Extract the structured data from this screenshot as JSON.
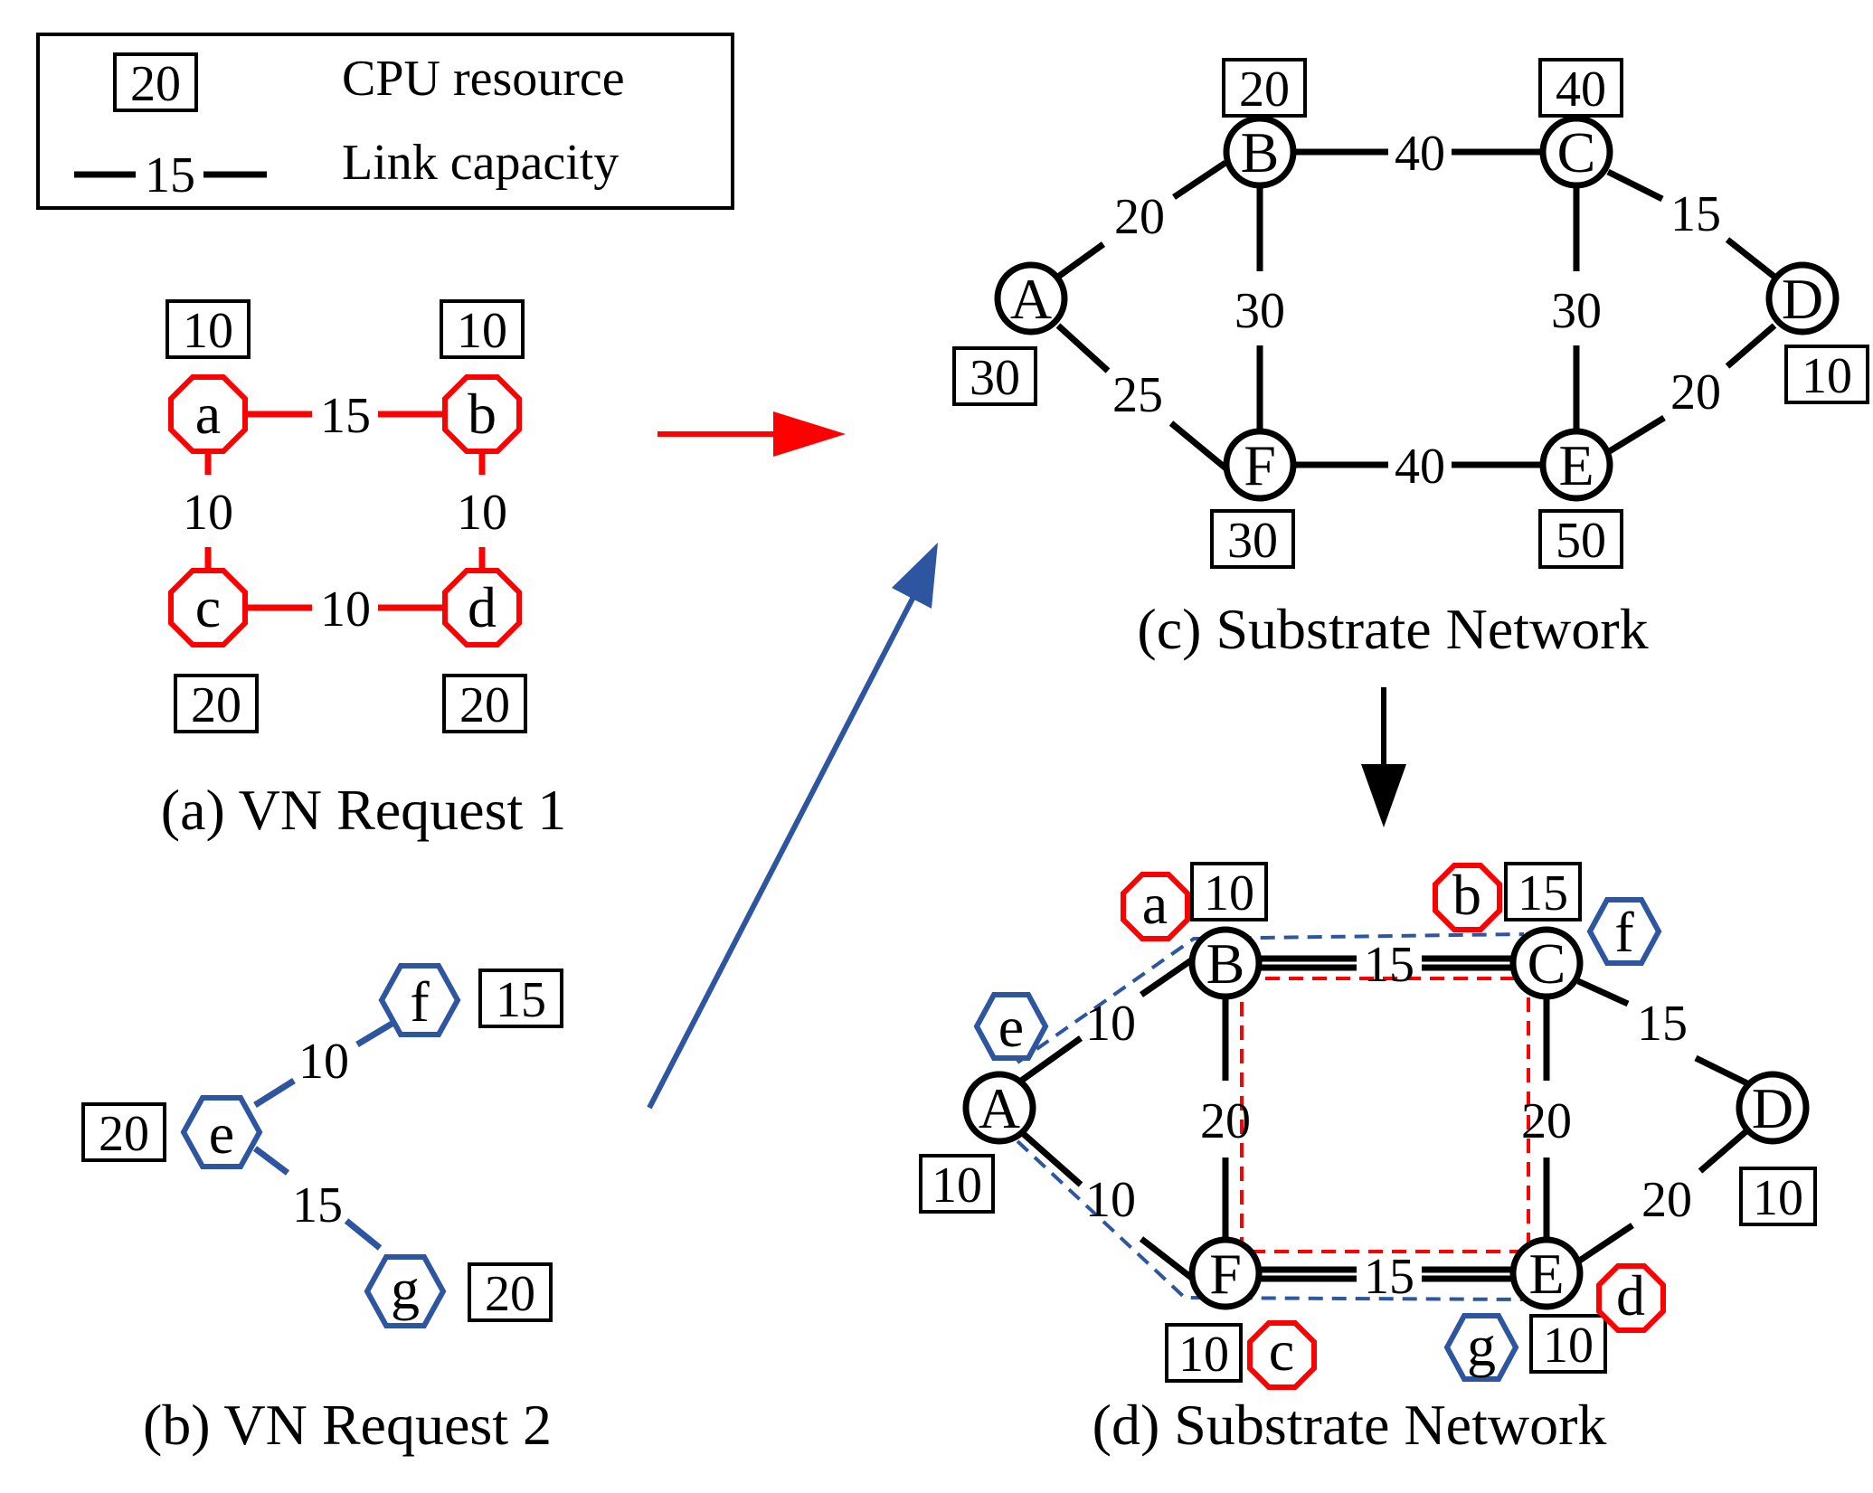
{
  "legend": {
    "cpu_sample": "20",
    "cpu_label": "CPU resource",
    "link_sample": "15",
    "link_label": "Link capacity"
  },
  "vn1": {
    "caption": "(a) VN Request 1",
    "nodes": [
      {
        "id": "a",
        "cpu": "10"
      },
      {
        "id": "b",
        "cpu": "10"
      },
      {
        "id": "c",
        "cpu": "20"
      },
      {
        "id": "d",
        "cpu": "20"
      }
    ],
    "links": {
      "ab": "15",
      "ac": "10",
      "bd": "10",
      "cd": "10"
    }
  },
  "vn2": {
    "caption": "(b) VN Request 2",
    "nodes": [
      {
        "id": "e",
        "cpu": "20"
      },
      {
        "id": "f",
        "cpu": "15"
      },
      {
        "id": "g",
        "cpu": "20"
      }
    ],
    "links": {
      "ef": "10",
      "eg": "15"
    }
  },
  "substrate": {
    "caption": "(c) Substrate Network",
    "nodes": [
      {
        "id": "A",
        "cpu": "30"
      },
      {
        "id": "B",
        "cpu": "20"
      },
      {
        "id": "C",
        "cpu": "40"
      },
      {
        "id": "D",
        "cpu": "10"
      },
      {
        "id": "E",
        "cpu": "50"
      },
      {
        "id": "F",
        "cpu": "30"
      }
    ],
    "links": {
      "AB": "20",
      "AF": "25",
      "BC": "40",
      "BF": "30",
      "CD": "15",
      "CE": "30",
      "DE": "20",
      "FE": "40"
    }
  },
  "mapped": {
    "caption": "(d) Substrate Network",
    "nodes": [
      {
        "id": "A",
        "cpu": "10"
      },
      {
        "id": "B",
        "cpu": "10"
      },
      {
        "id": "C",
        "cpu": "15"
      },
      {
        "id": "D",
        "cpu": "10"
      },
      {
        "id": "E",
        "cpu": "10"
      },
      {
        "id": "F",
        "cpu": "10"
      }
    ],
    "links": {
      "AB": "10",
      "AF": "10",
      "BC": "15",
      "BF": "20",
      "CD": "15",
      "CE": "20",
      "DE": "20",
      "FE": "15"
    },
    "virtual_nodes": {
      "a": "a",
      "b": "b",
      "c": "c",
      "d": "d",
      "e": "e",
      "f": "f",
      "g": "g"
    }
  },
  "colors": {
    "vn1": "#ff0000",
    "vn2": "#2e56a0",
    "substrate": "#000000"
  }
}
